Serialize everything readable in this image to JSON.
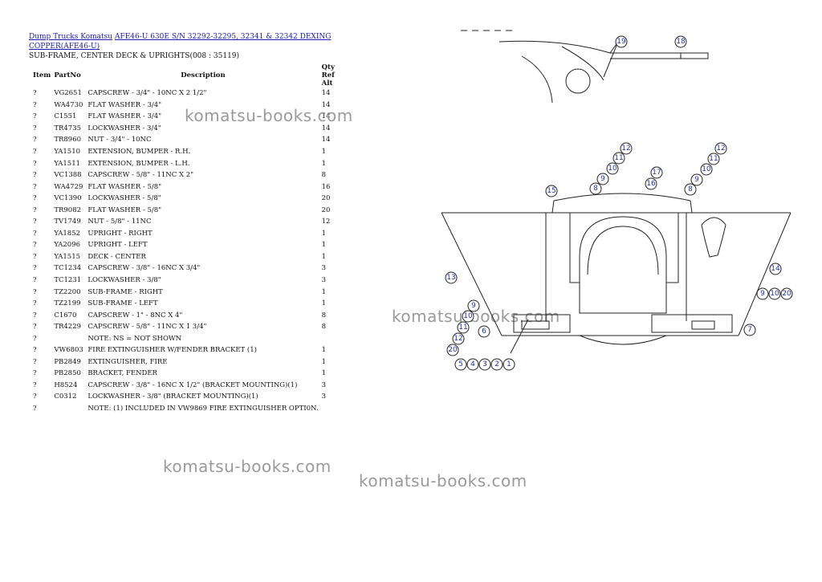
{
  "breadcrumb": {
    "parent": "Dump Trucks Komatsu",
    "model": "AFE46-U 630E S/N 32292-32295, 32341 & 32342 DEXING COPPER(AFE46-U)"
  },
  "section_title": "SUB-FRAME, CENTER DECK & UPRIGHTS(008 : 35119)",
  "table": {
    "headers": {
      "item": "Item",
      "part": "PartNo",
      "desc": "Description",
      "qty": "Qty Ref Alt"
    },
    "rows": [
      {
        "item": "?",
        "part": "VG2651",
        "desc": "CAPSCREW - 3/4\" - 10NC X 2 1/2\"",
        "qty": "14"
      },
      {
        "item": "?",
        "part": "WA4730",
        "desc": "FLAT WASHER - 3/4\"",
        "qty": "14"
      },
      {
        "item": "?",
        "part": "C1551",
        "desc": "FLAT WASHER - 3/4\"",
        "qty": "14"
      },
      {
        "item": "?",
        "part": "TR4735",
        "desc": "LOCKWASHER - 3/4\"",
        "qty": "14"
      },
      {
        "item": "?",
        "part": "TR8960",
        "desc": "NUT - 3/4\" - 10NC",
        "qty": "14"
      },
      {
        "item": "?",
        "part": "YA1510",
        "desc": "EXTENSION, BUMPER - R.H.",
        "qty": "1"
      },
      {
        "item": "?",
        "part": "YA1511",
        "desc": "EXTENSION, BUMPER - L.H.",
        "qty": "1"
      },
      {
        "item": "?",
        "part": "VC1388",
        "desc": "CAPSCREW - 5/8\" - 11NC X 2\"",
        "qty": "8"
      },
      {
        "item": "?",
        "part": "WA4729",
        "desc": "FLAT WASHER - 5/8\"",
        "qty": "16"
      },
      {
        "item": "?",
        "part": "VC1390",
        "desc": "LOCKWASHER - 5/8\"",
        "qty": "20"
      },
      {
        "item": "?",
        "part": "TR9082",
        "desc": "FLAT WASHER - 5/8\"",
        "qty": "20"
      },
      {
        "item": "?",
        "part": "TV1749",
        "desc": "NUT - 5/8\" - 11NC",
        "qty": "12"
      },
      {
        "item": "?",
        "part": "YA1852",
        "desc": "UPRIGHT - RIGHT",
        "qty": "1"
      },
      {
        "item": "?",
        "part": "YA2096",
        "desc": "UPRIGHT - LEFT",
        "qty": "1"
      },
      {
        "item": "?",
        "part": "YA1515",
        "desc": "DECK - CENTER",
        "qty": "1"
      },
      {
        "item": "?",
        "part": "TC1234",
        "desc": "CAPSCREW - 3/8\" - 16NC X 3/4\"",
        "qty": "3"
      },
      {
        "item": "?",
        "part": "TC1231",
        "desc": "LOCKWASHER - 3/8\"",
        "qty": "3"
      },
      {
        "item": "?",
        "part": "TZ2200",
        "desc": "SUB-FRAME - RIGHT",
        "qty": "1"
      },
      {
        "item": "?",
        "part": "TZ2199",
        "desc": "SUB-FRAME - LEFT",
        "qty": "1"
      },
      {
        "item": "?",
        "part": "C1670",
        "desc": "CAPSCREW - 1\" - 8NC X 4\"",
        "qty": "8"
      },
      {
        "item": "?",
        "part": "TR4229",
        "desc": "CAPSCREW - 5/8\" - 11NC X 1 3/4\"",
        "qty": "8"
      },
      {
        "item": "?",
        "part": "",
        "desc": "NOTE: NS = NOT SHOWN",
        "qty": ""
      },
      {
        "item": "?",
        "part": "VW6803",
        "desc": "FIRE EXTINGUISHER W/FENDER BRACKET (1)",
        "qty": "1"
      },
      {
        "item": "?",
        "part": "PB2849",
        "desc": "EXTINGUISHER, FIRE",
        "qty": "1"
      },
      {
        "item": "?",
        "part": "PB2850",
        "desc": "BRACKET, FENDER",
        "qty": "1"
      },
      {
        "item": "?",
        "part": "H8524",
        "desc": "CAPSCREW - 3/8\" - 16NC X 1/2\" (BRACKET MOUNTING)(1)",
        "qty": "3"
      },
      {
        "item": "?",
        "part": "C0312",
        "desc": "LOCKWASHER - 3/8\" (BRACKET MOUNTING)(1)",
        "qty": "3"
      },
      {
        "item": "?",
        "part": "",
        "desc": "NOTE: (1) INCLUDED IN VW9869 FIRE EXTINGUISHER OPTI0N.",
        "qty": ""
      }
    ]
  },
  "watermark": "komatsu-books.com",
  "callouts": {
    "c19": "19",
    "c18": "18",
    "l12": "12",
    "l11": "11",
    "l10": "10",
    "l9": "9",
    "l8": "8",
    "l17": "17",
    "l16": "16",
    "l15": "15",
    "r12": "12",
    "r11": "11",
    "r10": "10",
    "r9": "9",
    "r8": "8",
    "c13": "13",
    "c14": "14",
    "b9": "9",
    "b10": "10",
    "b11": "11",
    "b12": "12",
    "b20": "20",
    "b6": "6",
    "b7": "7",
    "rr9": "9",
    "rr10": "10",
    "rr20": "20",
    "n5": "5",
    "n4": "4",
    "n3": "3",
    "n2": "2",
    "n1": "1"
  }
}
